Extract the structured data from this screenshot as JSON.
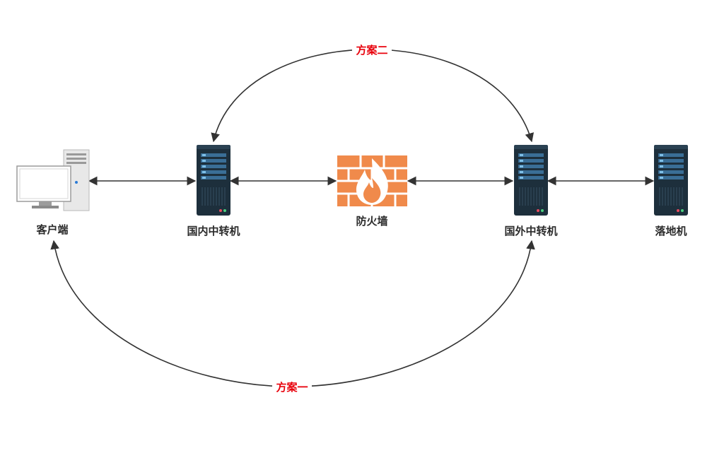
{
  "nodes": {
    "client": {
      "label": "客户端"
    },
    "domestic_relay": {
      "label": "国内中转机"
    },
    "firewall": {
      "label": "防火墙"
    },
    "overseas_relay": {
      "label": "国外中转机"
    },
    "landing": {
      "label": "落地机"
    }
  },
  "plans": {
    "plan_two": {
      "label": "方案二"
    },
    "plan_one": {
      "label": "方案一"
    }
  },
  "colors": {
    "plan_label": "#e8000b",
    "server_body": "#1d2f3c",
    "server_bar": "#4a8fc0",
    "firewall": "#f08a4b",
    "edge": "#333333"
  },
  "icons": {
    "client": "desktop-computer-icon",
    "server": "server-rack-icon",
    "firewall": "firewall-icon"
  }
}
